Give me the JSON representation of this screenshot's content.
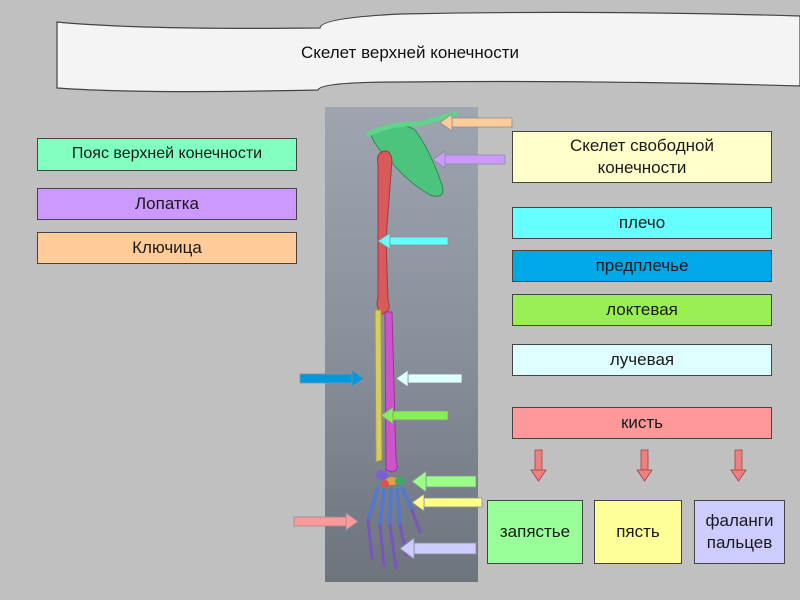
{
  "title": "Скелет верхней конечности",
  "left_boxes": [
    {
      "label": "Пояс верхней конечности",
      "color": "#80ffc0"
    },
    {
      "label": "Лопатка",
      "color": "#cc99ff"
    },
    {
      "label": "Ключица",
      "color": "#ffcc99"
    }
  ],
  "right_boxes": [
    {
      "label": "Скелет свободной конечности",
      "color": "#ffffcc"
    },
    {
      "label": "плечо",
      "color": "#66ffff"
    },
    {
      "label": "предплечье",
      "color": "#00a8e8"
    },
    {
      "label": "локтевая",
      "color": "#99ee55"
    },
    {
      "label": "лучевая",
      "color": "#ddffff"
    },
    {
      "label": "кисть",
      "color": "#ff9999"
    }
  ],
  "hand_parts": [
    {
      "label": "запястье",
      "color": "#99ff99"
    },
    {
      "label": "пясть",
      "color": "#ffff99"
    },
    {
      "label": "фаланги пальцев",
      "color": "#ccccff"
    }
  ],
  "colors": {
    "clavicle_arrow": "#ffcc99",
    "scapula_arrow": "#cc99ff",
    "humerus_arrow": "#66ffff",
    "forearm_arrow": "#0099dd",
    "radius_arrow": "#ddffff",
    "ulna_arrow": "#88ee55",
    "carpus_arrow": "#99ff88",
    "metacarpus_arrow": "#ffff88",
    "phalanges_arrow": "#ccccff",
    "hand_arrow": "#ff9999",
    "down_arrows": "#f08080"
  }
}
